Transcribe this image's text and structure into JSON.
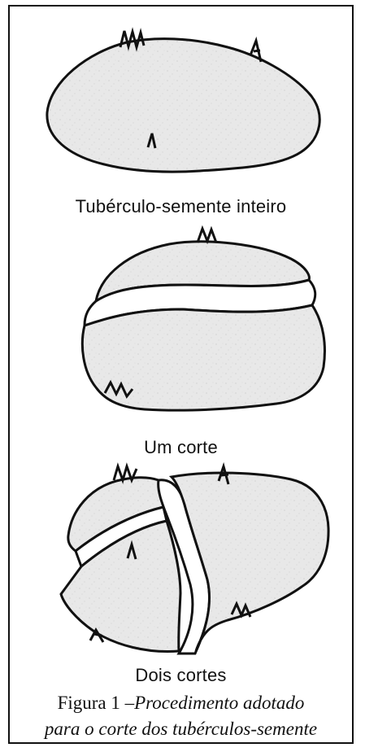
{
  "labels": {
    "whole": "Tubérculo-semente inteiro",
    "one_cut": "Um corte",
    "two_cuts": "Dois cortes"
  },
  "caption": {
    "prefix": "Figura 1 –",
    "line1_italic": "Procedimento adotado",
    "line2_italic": "para o corte dos tubérculos-semente"
  },
  "colors": {
    "tuber_fill": "#e7e7e7",
    "outline": "#111111",
    "frame": "#111111",
    "tinge": "#d6a9a4"
  }
}
